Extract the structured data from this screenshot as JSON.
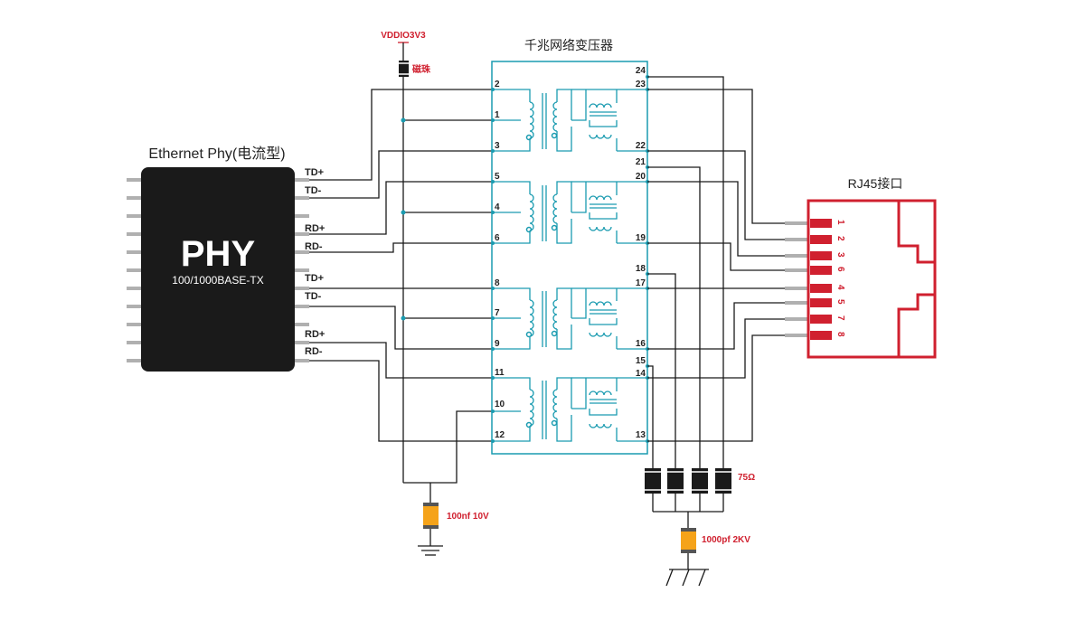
{
  "labels": {
    "phy_title": "Ethernet Phy(电流型)",
    "phy_chip": "PHY",
    "phy_sub": "100/1000BASE-TX",
    "transformer_title": "千兆网络变压器",
    "rj45_title": "RJ45接口",
    "vdd": "VDDIO3V3",
    "bead": "磁珠",
    "cap1": "100nf 10V",
    "res": "75Ω",
    "cap2": "1000pf 2KV"
  },
  "phy_pins": [
    "TD+",
    "TD-",
    "RD+",
    "RD-",
    "TD+",
    "TD-",
    "RD+",
    "RD-"
  ],
  "left_pins": [
    "2",
    "1",
    "3",
    "5",
    "4",
    "6",
    "8",
    "7",
    "9",
    "11",
    "10",
    "12"
  ],
  "right_pins": [
    "24",
    "23",
    "22",
    "21",
    "20",
    "19",
    "18",
    "17",
    "16",
    "15",
    "14",
    "13"
  ],
  "rj45_pins": [
    "1",
    "2",
    "3",
    "6",
    "4",
    "5",
    "7",
    "8"
  ],
  "colors": {
    "teal": "#1a9bb0",
    "red": "#d0202f",
    "orange": "#f5a31a",
    "black": "#1a1a1a",
    "gray": "#b0b0b0"
  }
}
